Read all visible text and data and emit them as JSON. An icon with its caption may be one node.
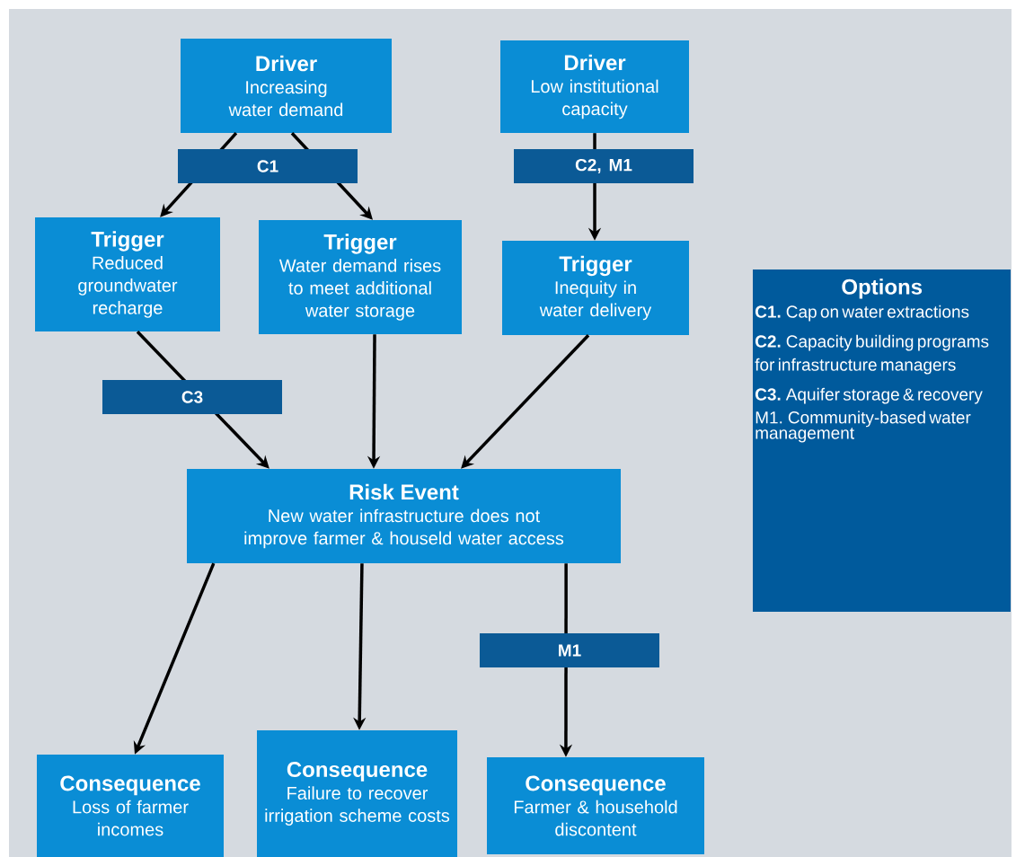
{
  "diagram": {
    "nodes": [
      {
        "text": [
          "Driver",
          "Increasing water demand"
        ]
      },
      {
        "text": [
          "Driver",
          "Low institutional capacity"
        ]
      },
      {
        "text": [
          "Trigger",
          "Reduced groundwater recharge"
        ]
      },
      {
        "text": [
          "Trigger",
          "Water demand rises to meet additional water storage"
        ]
      },
      {
        "text": [
          "Trigger",
          "Inequity in water delivery"
        ]
      },
      {
        "text": [
          "Risk Event",
          "New water infrastructure does not improve farmer & houseld water access"
        ]
      },
      {
        "text": [
          "Consequence",
          "Loss of farmer incomes"
        ]
      },
      {
        "text": [
          "Consequence",
          "Failure  to recover irrigation scheme costs"
        ]
      },
      {
        "text": [
          "Consequence",
          "Farmer & household discontent"
        ]
      },
      {
        "text": [
          "Options",
          "**C1.** Cap on water extractions",
          "**C2.** Capacity building programs for infrastructure managers",
          "**C3.** Aquifer storage & recovery",
          "M1. Community-based water management"
        ]
      }
    ],
    "edges": [
      {
        "from": 0,
        "to": 2,
        "arrow": "to",
        "label": "C1"
      },
      {
        "from": 0,
        "to": 3,
        "arrow": "to"
      },
      {
        "from": 1,
        "to": 4,
        "arrow": "to",
        "label": "C2, M1"
      },
      {
        "from": 2,
        "to": 5,
        "arrow": "to",
        "label": "C3"
      },
      {
        "from": 3,
        "to": 5,
        "arrow": "to"
      },
      {
        "from": 4,
        "to": 5,
        "arrow": "to"
      },
      {
        "from": 5,
        "to": 6,
        "arrow": "to"
      },
      {
        "from": 5,
        "to": 7,
        "arrow": "to"
      },
      {
        "from": 5,
        "to": 8,
        "arrow": "to",
        "label": "M1"
      }
    ]
  }
}
